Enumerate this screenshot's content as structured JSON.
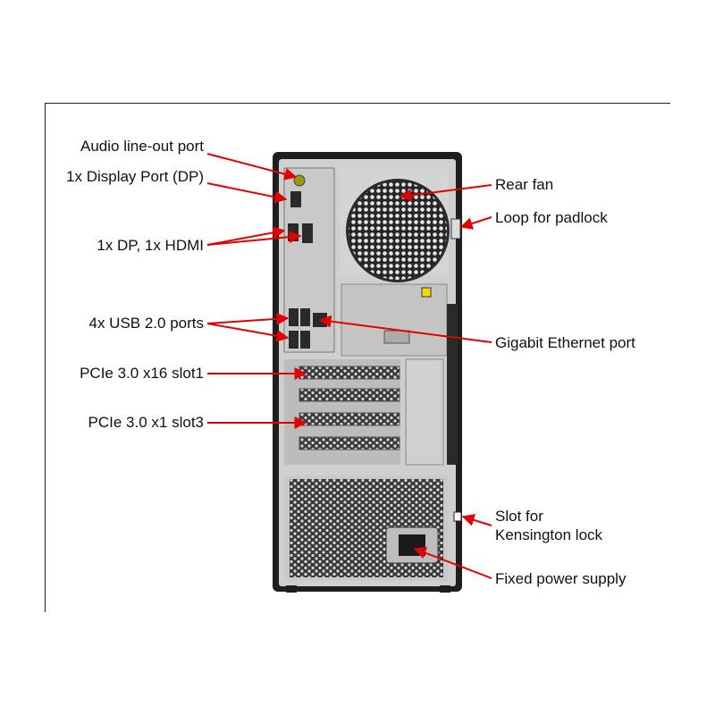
{
  "labels": {
    "audio_out": "Audio line-out port",
    "display_port": "1x Display Port (DP)",
    "dp_hdmi": "1x DP, 1x HDMI",
    "usb": "4x USB 2.0 ports",
    "pcie_x16": "PCIe 3.0 x16 slot1",
    "pcie_x1": "PCIe 3.0 x1 slot3",
    "rear_fan": "Rear fan",
    "padlock": "Loop for padlock",
    "ethernet": "Gigabit Ethernet port",
    "kensington_1": "Slot for",
    "kensington_2": "Kensington lock",
    "psu": "Fixed power supply"
  },
  "colors": {
    "callout_line": "#e00000",
    "chassis": "#1e1e1e",
    "panel": "#d9d9d9",
    "warning": "#f5d800"
  }
}
